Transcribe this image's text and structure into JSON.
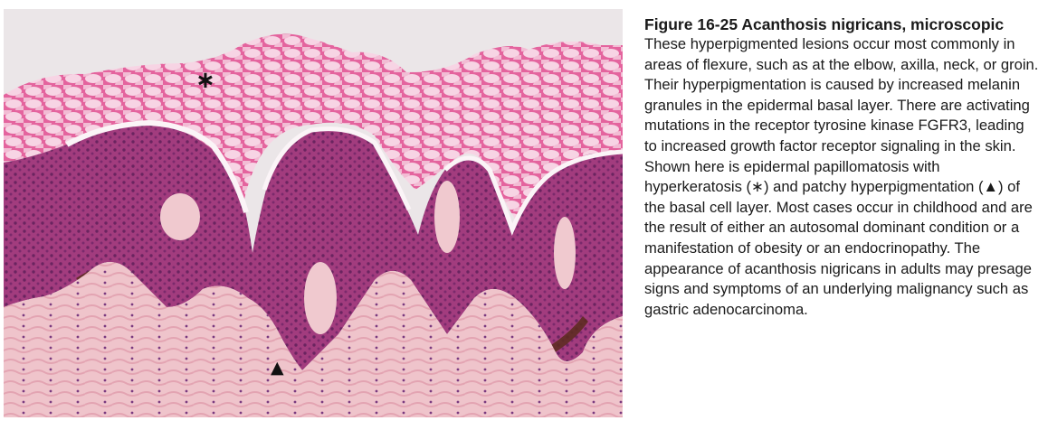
{
  "figure": {
    "label": "Figure 16-25",
    "title": "Acanthosis nigricans, microscopic",
    "body": "These hyperpigmented lesions occur most commonly in areas of flexure, such as at the elbow, axilla, neck, or groin. Their hyperpigmentation is caused by increased melanin granules in the epidermal basal layer. There are activating mutations in the receptor tyrosine kinase FGFR3, leading to increased growth factor receptor signaling in the skin. Shown here is epidermal papillomatosis with hyperkeratosis (∗) and patchy hyperpigmentation (▲) of the basal cell layer. Most cases occur in childhood and are the result of either an autosomal dominant condition or a manifestation of obesity or an endocrinopathy. The appearance of acanthosis nigricans in adults may presage signs and symptoms of an underlying malignancy such as gastric adenocarcinoma."
  },
  "image": {
    "markers": {
      "hyperkeratosis": "∗",
      "hyperpigmentation": "▲"
    },
    "colors": {
      "background": "#ece7e9",
      "keratin": "#e05a97",
      "epidermis": "#a0397a",
      "dermis": "#eec0c8",
      "basal_pigment": "#5a2a1c"
    }
  }
}
